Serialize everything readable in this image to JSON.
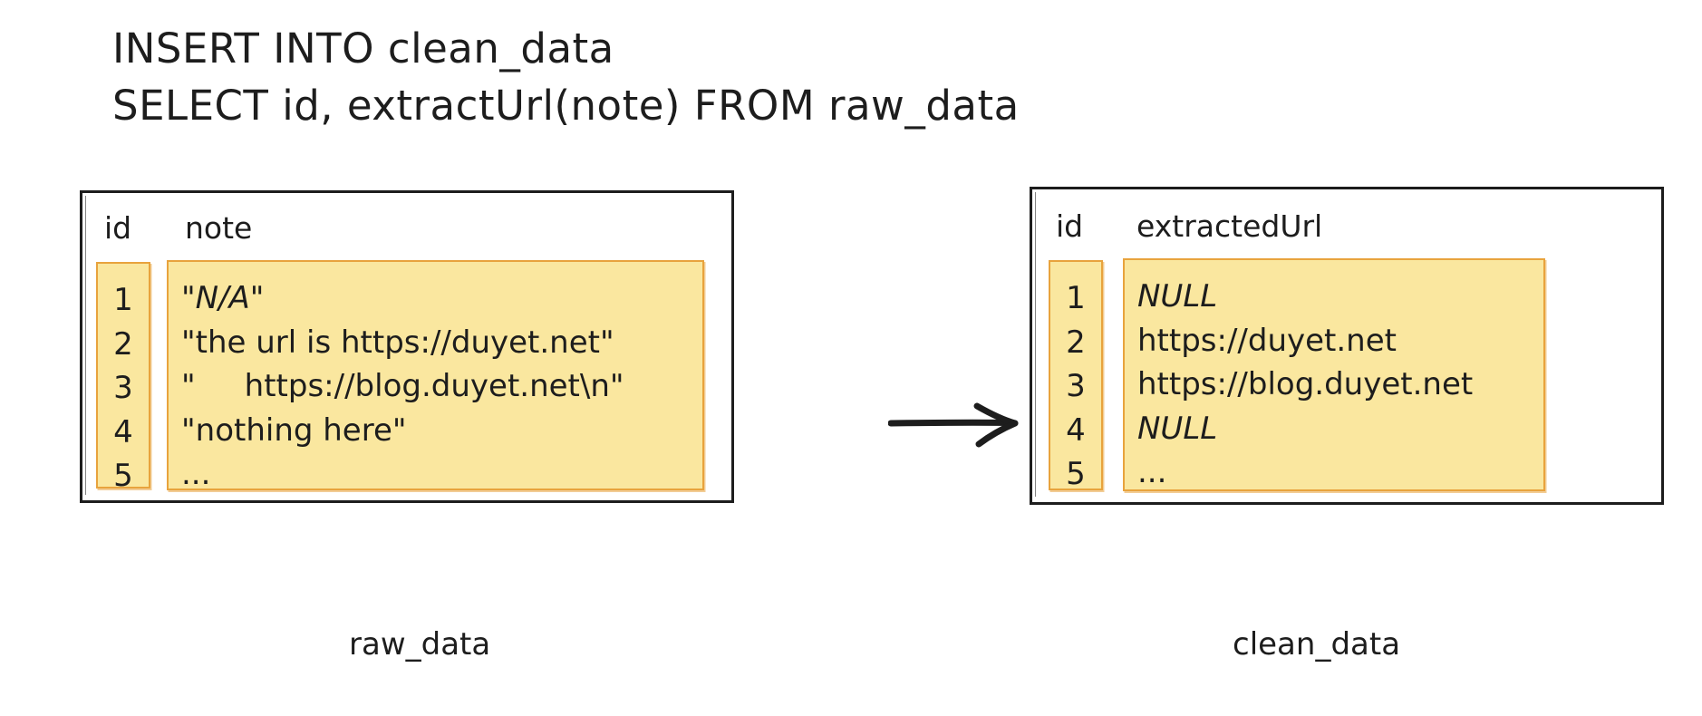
{
  "sql": {
    "line1": "INSERT INTO clean_data",
    "line2": "SELECT id, extractUrl(note) FROM raw_data"
  },
  "arrow": {
    "icon": "arrow-right-icon"
  },
  "tables": {
    "raw": {
      "caption": "raw_data",
      "columns": [
        "id",
        "note"
      ],
      "ids": [
        "1",
        "2",
        "3",
        "4",
        "5"
      ],
      "notes": [
        "\"N/A\"",
        "\"the url is https://duyet.net\"",
        "\"     https://blog.duyet.net\\n\"",
        "\"nothing here\"",
        "..."
      ],
      "note_italic": [
        true,
        false,
        false,
        false,
        false
      ]
    },
    "clean": {
      "caption": "clean_data",
      "columns": [
        "id",
        "extractedUrl"
      ],
      "ids": [
        "1",
        "2",
        "3",
        "4",
        "5"
      ],
      "values": [
        "NULL",
        "https://duyet.net",
        "https://blog.duyet.net",
        "NULL",
        "..."
      ],
      "value_italic": [
        true,
        false,
        false,
        true,
        false
      ]
    }
  },
  "colors": {
    "ink": "#1d1d1d",
    "highlight_fill": "#fae79f",
    "highlight_border": "#e8a33d",
    "page_background": "#ffffff"
  }
}
